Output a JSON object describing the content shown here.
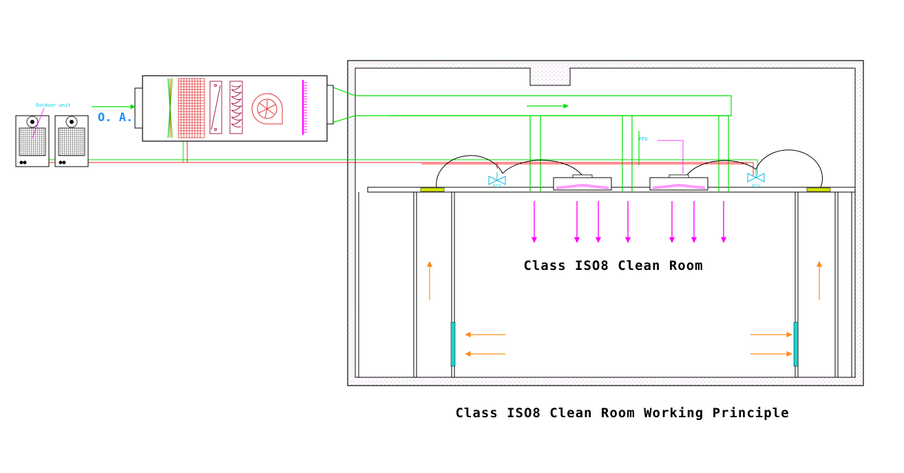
{
  "labels": {
    "outdoor_unit": "Outdoor unit",
    "outdoor_air": "O. A.",
    "ffu": "FFU",
    "fcu_left": "FCU",
    "fcu_right": "FCU",
    "room_name": "Class ISO8 Clean Room",
    "diagram_title": "Class ISO8 Clean Room Working Principle"
  },
  "colors": {
    "supply_air": "#00e000",
    "return_pipe": "#ff2020",
    "downflow_arrow": "#ff00ff",
    "return_arrow": "#ff8c1a",
    "wall_fill": "#c890c8",
    "filter_yellow": "#d8e800",
    "return_grille": "#20d0d0",
    "label_blue": "#1e90ff"
  },
  "icons": {
    "fan": "centrifugal-fan-icon",
    "outdoor_unit": "outdoor-condenser-icon",
    "fcu": "fan-coil-valve-icon"
  }
}
